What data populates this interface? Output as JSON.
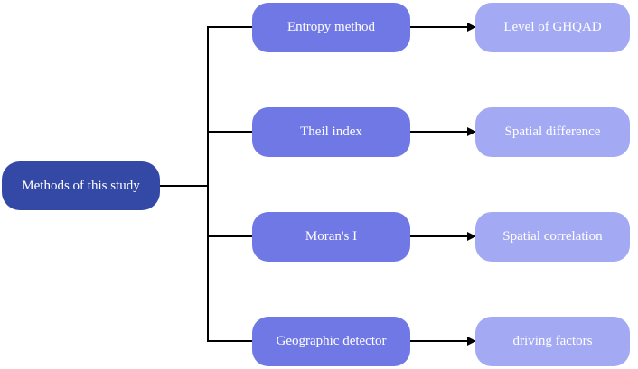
{
  "root": {
    "label": "Methods of this study"
  },
  "methods": [
    {
      "label": "Entropy method"
    },
    {
      "label": "Theil index"
    },
    {
      "label": "Moran's I"
    },
    {
      "label": "Geographic detector"
    }
  ],
  "results": [
    {
      "label": "Level of GHQAD"
    },
    {
      "label": "Spatial difference"
    },
    {
      "label": "Spatial correlation"
    },
    {
      "label": "driving factors"
    }
  ],
  "colors": {
    "root_fill": "#3448a6",
    "method_fill": "#7078e6",
    "result_fill": "#a3aaf3",
    "connector": "#000000",
    "text": "#ffffff"
  }
}
